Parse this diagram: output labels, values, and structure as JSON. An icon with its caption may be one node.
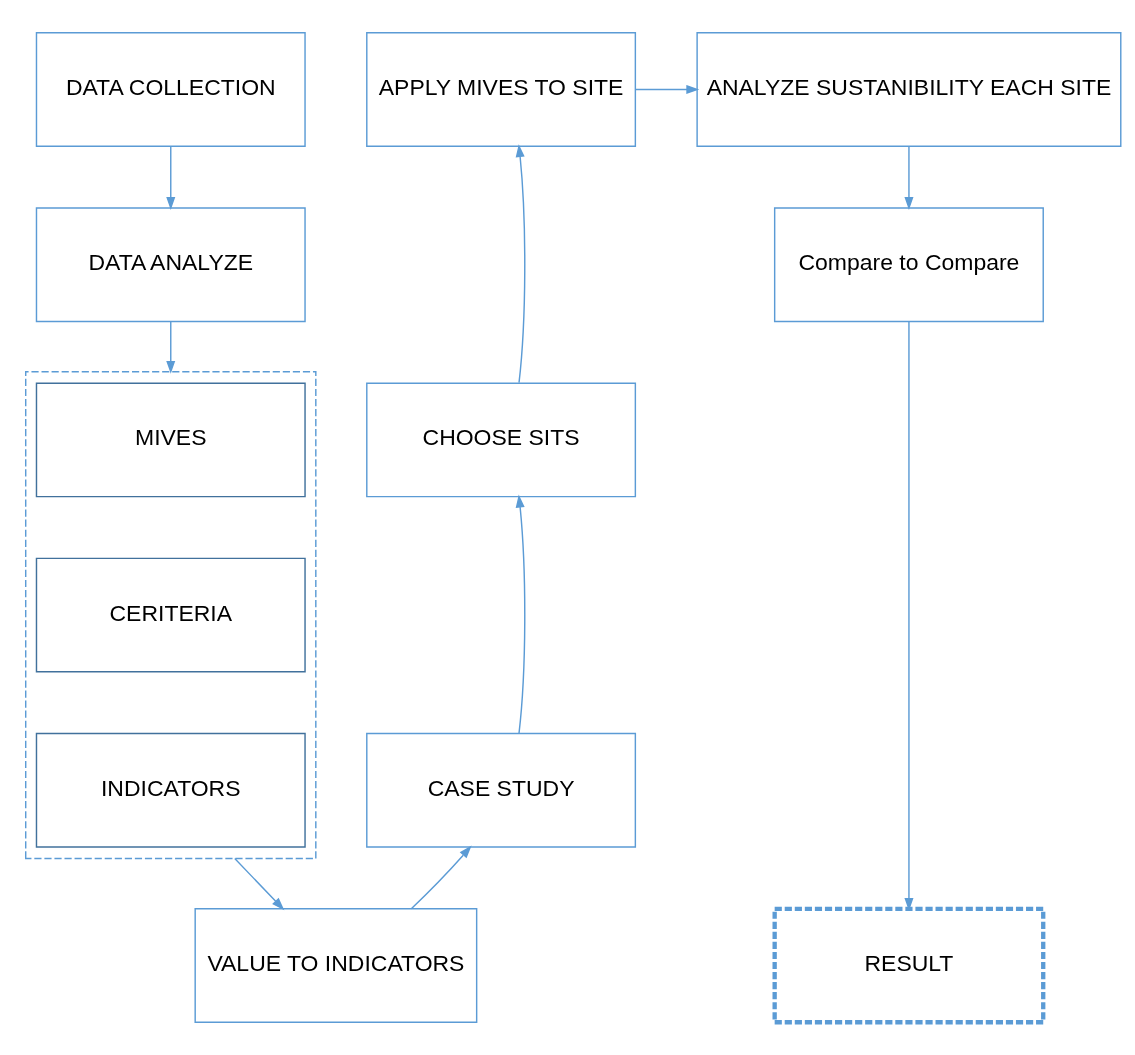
{
  "diagram": {
    "nodes": [
      {
        "text": [
          "DATA COLLECTION"
        ]
      },
      {
        "text": [
          "DATA ANALYZE"
        ]
      },
      {
        "text": [],
        "shape": "box"
      },
      {
        "text": [
          "MIVES"
        ],
        "in": 2
      },
      {
        "text": [
          "CERITERIA"
        ],
        "in": 2
      },
      {
        "text": [
          "INDICATORS"
        ],
        "in": 2
      },
      {
        "text": [
          "VALUE TO INDICATORS"
        ]
      },
      {
        "text": [
          "CASE STUDY"
        ]
      },
      {
        "text": [
          "CHOOSE SITS"
        ]
      },
      {
        "text": [
          "APPLY MIVES TO SITE"
        ]
      },
      {
        "text": [
          "ANALYZE SUSTANIBILITY EACH SITE"
        ]
      },
      {
        "text": [
          "Compare to Compare"
        ]
      },
      {
        "text": [
          "RESULT"
        ]
      }
    ],
    "edges": [
      {
        "from": 0,
        "to": 1,
        "arrow": "to"
      },
      {
        "from": 1,
        "to": 2,
        "arrow": "to"
      },
      {
        "from": 2,
        "to": 6,
        "arrow": "to"
      },
      {
        "from": 6,
        "to": 7,
        "arrow": "to"
      },
      {
        "from": 7,
        "to": 8,
        "arrow": "to"
      },
      {
        "from": 8,
        "to": 9,
        "arrow": "to"
      },
      {
        "from": 9,
        "to": 10,
        "arrow": "to"
      },
      {
        "from": 10,
        "to": 11,
        "arrow": "to"
      },
      {
        "from": 11,
        "to": 12,
        "arrow": "to"
      }
    ]
  }
}
